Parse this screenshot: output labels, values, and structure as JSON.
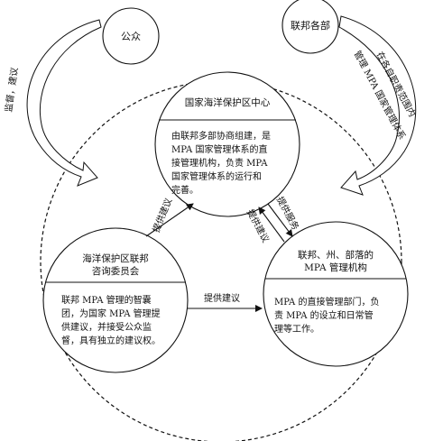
{
  "external": {
    "public": "公众",
    "federal_departments": "联邦各部"
  },
  "center": {
    "title": "国家海洋保护区中心",
    "body": [
      "由联邦多部协商组建，是",
      "MPA 国家管理体系的直",
      "接管理机构，负责 MPA",
      "国家管理体系的运行和",
      "完善。"
    ]
  },
  "committee": {
    "title": [
      "海洋保护区联邦",
      "咨询委员会"
    ],
    "body": [
      "联邦 MPA 管理的智囊",
      "团，为国家 MPA 管理提",
      "供建议，并接受公众监",
      "督，具有独立的建议权。"
    ]
  },
  "agencies": {
    "title": [
      "联邦、州、部落的",
      "MPA 管理机构"
    ],
    "body": [
      "MPA 的直接管理部门，负",
      "责 MPA 的设立和日常管",
      "理等工作。"
    ]
  },
  "flows": {
    "public_to_system": "监督，建议",
    "federal_to_system": [
      "在各自职责范围内",
      "管理 MPA 国家管理体系"
    ],
    "committee_to_center": "提供建议",
    "center_to_agencies": "提供服务",
    "agencies_to_center": "提供建议",
    "committee_to_agencies": "提供建议"
  }
}
